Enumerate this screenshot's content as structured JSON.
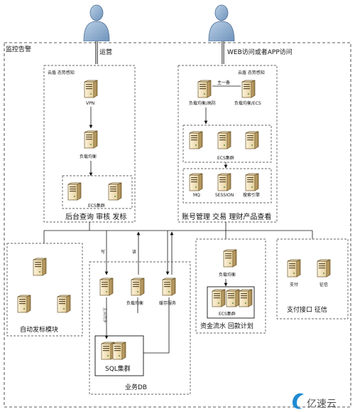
{
  "diagram": {
    "outer_label": "监控告警",
    "users": {
      "ops_label": "运营",
      "web_label": "WEB访问或者APP访问"
    },
    "backend_panel": {
      "cloud_label": "云盾 态势感知",
      "vpn_label": "VPN",
      "lb_label": "负载均衡",
      "ecs_label": "ECS集群",
      "title": "后台查询 审核 发标"
    },
    "front_panel": {
      "cloud_label": "云盾 态势感知",
      "master_standby": "主一备",
      "lb_antiddos_label": "负载均衡/高防",
      "lb_ecs_label": "负载均衡/ECS",
      "ecs_label": "ECS集群",
      "mq_label": "MQ",
      "session_label": "SESSION",
      "search_label": "搜索引擎",
      "title": "账号管理 交易 理财产品查看"
    },
    "auto_panel": {
      "title": "自动发标模块"
    },
    "biz_panel": {
      "write_label": "写",
      "read_label": "读",
      "master_sync_label": "主从同步",
      "lb_label": "负载均衡",
      "cache_label": "缓存服务",
      "sql_label": "SQL集群",
      "title": "业务DB"
    },
    "fund_panel": {
      "lb_label": "负载均衡",
      "ecs_label": "ECS集群",
      "title": "资金流水 回款计划"
    },
    "pay_panel": {
      "pay_label": "支付",
      "credit_label": "征信",
      "title": "支付接口 征信"
    }
  },
  "watermark": "亿速云"
}
